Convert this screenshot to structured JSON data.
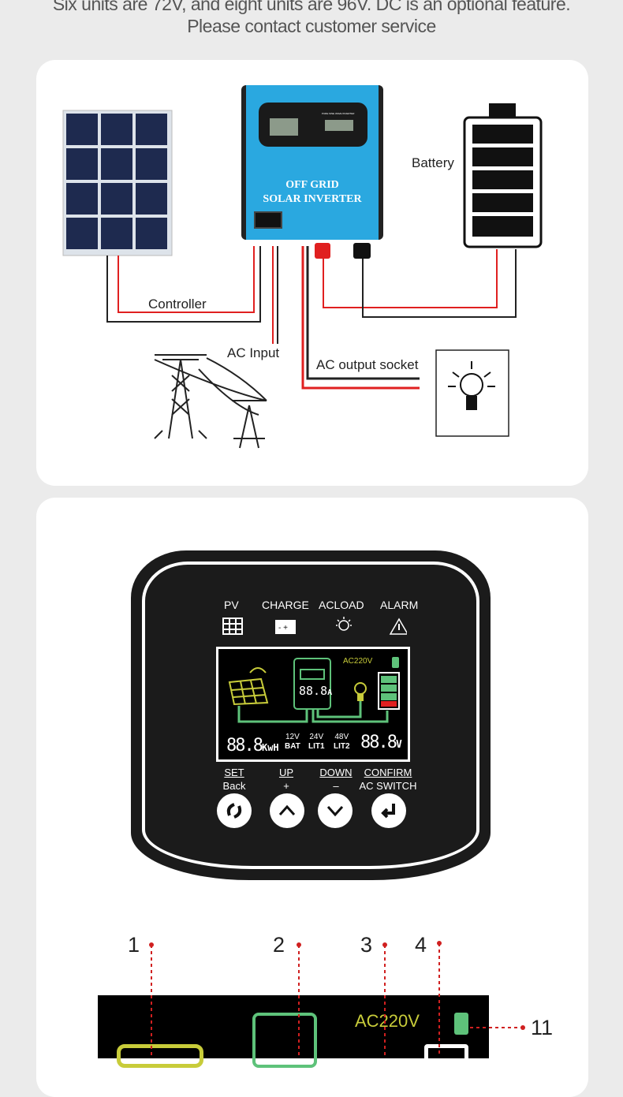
{
  "intro": {
    "line1": "Six units are 72V, and eight units are 96V. DC is an optional feature.",
    "line2": "Please contact customer service"
  },
  "diagram": {
    "inverter_title1": "OFF GRID",
    "inverter_title2": "SOLAR INVERTER",
    "inverter_subtitle": "PURE SINE WAVE INVERTER",
    "battery": "Battery",
    "controller": "Controller",
    "ac_input": "AC Input",
    "ac_output": "AC output socket"
  },
  "panel": {
    "indicators": [
      "PV",
      "CHARGE",
      "ACLOAD",
      "ALARM"
    ],
    "lcd": {
      "ac": "AC220V",
      "current": "88.8",
      "current_unit": "A",
      "energy": "88.8",
      "energy_unit": "KwH",
      "voltage": "88.8",
      "voltage_unit": "V",
      "bat_labels": [
        {
          "top": "12V",
          "bottom": "BAT"
        },
        {
          "top": "24V",
          "bottom": "LIT1"
        },
        {
          "top": "48V",
          "bottom": "LIT2"
        }
      ]
    },
    "buttons": [
      {
        "top": "SET",
        "bottom": "Back"
      },
      {
        "top": "UP",
        "bottom": "+"
      },
      {
        "top": "DOWN",
        "bottom": "–"
      },
      {
        "top": "CONFIRM",
        "bottom": "AC SWITCH"
      }
    ]
  },
  "callouts": {
    "n1": "1",
    "n2": "2",
    "n3": "3",
    "n4": "4",
    "n11": "11",
    "ac": "AC220V"
  },
  "colors": {
    "lcd_green": "#5ec27a",
    "lcd_yellow": "#c8cc3a",
    "inverter_blue": "#2aa8e0",
    "red": "#e02020"
  }
}
